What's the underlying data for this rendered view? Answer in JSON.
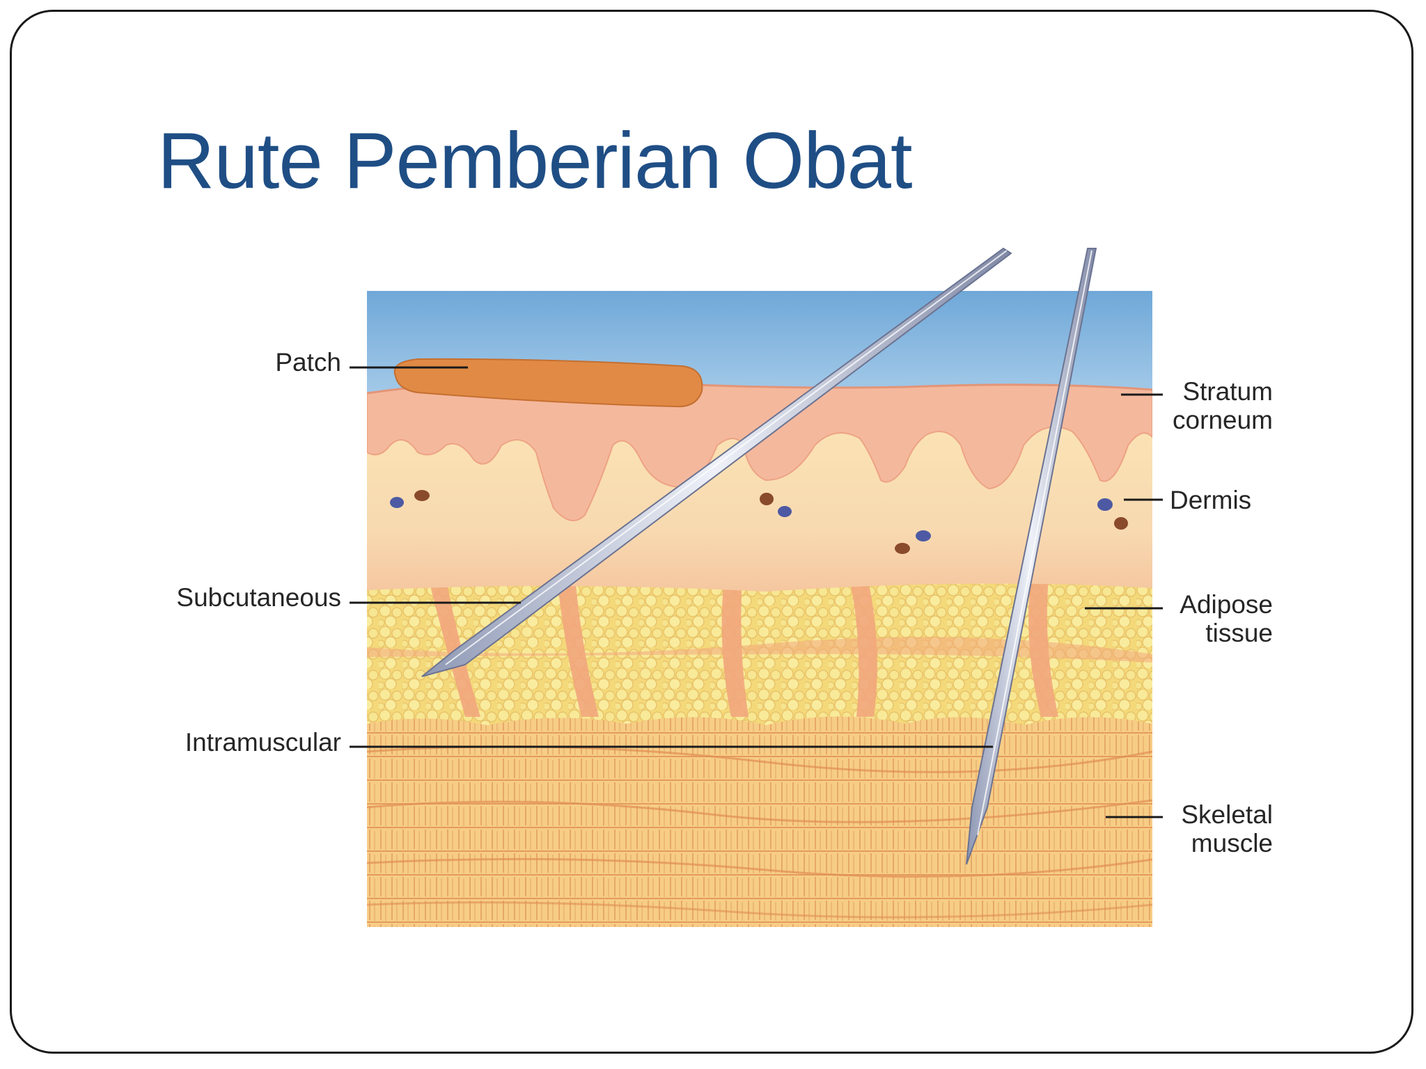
{
  "slide": {
    "title": "Rute Pemberian Obat"
  },
  "diagram": {
    "labels_left": {
      "patch": "Patch",
      "subcutaneous": "Subcutaneous",
      "intramuscular": "Intramuscular"
    },
    "labels_right": {
      "stratum_corneum_line1": "Stratum",
      "stratum_corneum_line2": "corneum",
      "dermis": "Dermis",
      "adipose_line1": "Adipose",
      "adipose_line2": "tissue",
      "skeletal_line1": "Skeletal",
      "skeletal_line2": "muscle"
    }
  },
  "colors": {
    "title": "#1f4e85",
    "sky": "#9cc6e6",
    "epidermis": "#f3b79c",
    "dermis": "#f8dfae",
    "adipose": "#f5e37e",
    "muscle": "#f4c27a",
    "patch": "#e08a45"
  }
}
